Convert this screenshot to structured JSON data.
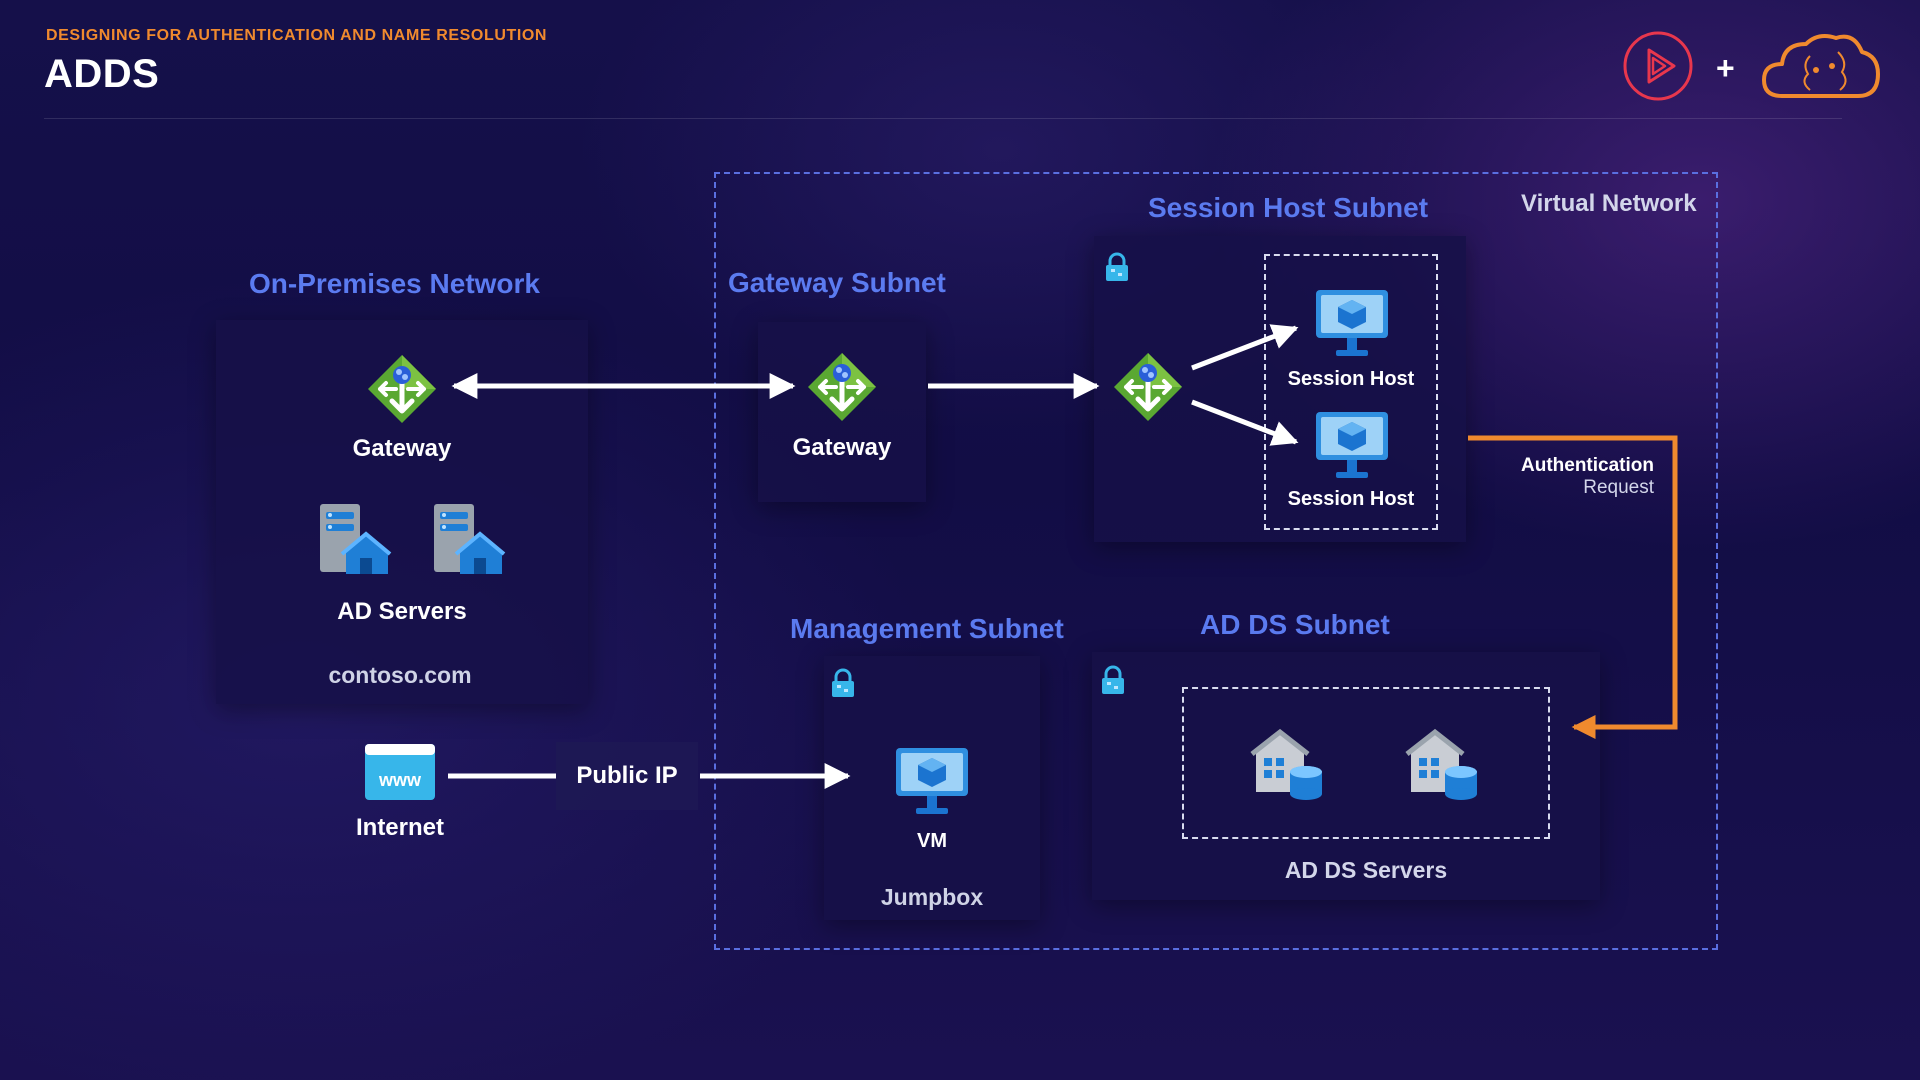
{
  "header": {
    "subtitle": "DESIGNING FOR AUTHENTICATION AND NAME RESOLUTION",
    "title": "ADDS",
    "plus": "+"
  },
  "colors": {
    "accent_orange": "#f08a2e",
    "section_blue": "#5b7bf0",
    "vnet_border": "#5a6fe0",
    "gateway_green": "#5aa832"
  },
  "icons": [
    "play-logo-icon",
    "cloud-brain-icon",
    "gateway-icon",
    "ad-server-icon",
    "www-icon",
    "monitor-vm-icon",
    "lock-icon",
    "ad-ds-server-icon"
  ],
  "vnet": {
    "label": "Virtual Network"
  },
  "onprem": {
    "title": "On-Premises Network",
    "gateway_label": "Gateway",
    "servers_label": "AD Servers",
    "domain": "contoso.com"
  },
  "internet": {
    "label": "Internet",
    "www": "www",
    "public_ip": "Public IP"
  },
  "gateway_subnet": {
    "title": "Gateway Subnet",
    "gateway_label": "Gateway"
  },
  "session_subnet": {
    "title": "Session Host Subnet",
    "host1": "Session Host",
    "host2": "Session Host"
  },
  "auth": {
    "line1": "Authentication",
    "line2": "Request"
  },
  "mgmt_subnet": {
    "title": "Management Subnet",
    "vm_label": "VM",
    "jumpbox": "Jumpbox"
  },
  "adds_subnet": {
    "title": "AD DS Subnet",
    "servers_label": "AD DS Servers"
  }
}
